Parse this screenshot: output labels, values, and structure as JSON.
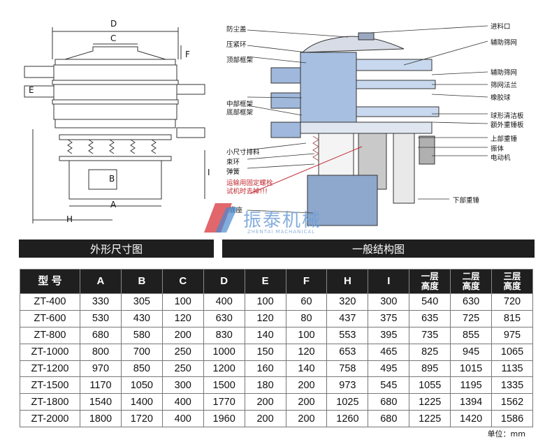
{
  "left_panel": {
    "caption": "外形尺寸图",
    "dim_labels": [
      "D",
      "C",
      "F",
      "E",
      "B",
      "A",
      "H",
      "I"
    ]
  },
  "right_panel": {
    "caption": "一般结构图",
    "left_labels": [
      "防尘盖",
      "压紧环",
      "顶部框架",
      "中部框架",
      "底部框架",
      "小尺寸排料",
      "束环",
      "弹簧",
      "运输用固定螺栓",
      "试机时去掉!!!",
      "底座"
    ],
    "right_labels": [
      "进料口",
      "辅助筛网",
      "辅助筛网",
      "筛网法兰",
      "橡胶球",
      "球形清洁板",
      "额外重锤板",
      "上部重锤",
      "振体",
      "电动机",
      "下部重锤"
    ],
    "watermark": "振泰机械",
    "watermark_sub": "ZHENTAI MACHANICAL"
  },
  "table": {
    "headers": [
      "型 号",
      "A",
      "B",
      "C",
      "D",
      "E",
      "F",
      "H",
      "I",
      "一层\n高度",
      "二层\n高度",
      "三层\n高度"
    ],
    "rows": [
      [
        "ZT-400",
        "330",
        "305",
        "100",
        "400",
        "100",
        "60",
        "320",
        "300",
        "540",
        "630",
        "720"
      ],
      [
        "ZT-600",
        "530",
        "430",
        "120",
        "630",
        "120",
        "80",
        "437",
        "375",
        "635",
        "725",
        "815"
      ],
      [
        "ZT-800",
        "680",
        "580",
        "200",
        "830",
        "140",
        "100",
        "553",
        "395",
        "735",
        "855",
        "975"
      ],
      [
        "ZT-1000",
        "800",
        "700",
        "250",
        "1000",
        "150",
        "120",
        "653",
        "465",
        "825",
        "945",
        "1065"
      ],
      [
        "ZT-1200",
        "970",
        "850",
        "250",
        "1200",
        "160",
        "140",
        "758",
        "495",
        "895",
        "1015",
        "1135"
      ],
      [
        "ZT-1500",
        "1170",
        "1050",
        "300",
        "1500",
        "180",
        "200",
        "973",
        "545",
        "1055",
        "1195",
        "1335"
      ],
      [
        "ZT-1800",
        "1540",
        "1400",
        "400",
        "1770",
        "200",
        "200",
        "1025",
        "680",
        "1225",
        "1394",
        "1562"
      ],
      [
        "ZT-2000",
        "1800",
        "1720",
        "400",
        "1960",
        "200",
        "200",
        "1260",
        "680",
        "1225",
        "1420",
        "1586"
      ]
    ]
  },
  "unit_note": "单位：mm"
}
